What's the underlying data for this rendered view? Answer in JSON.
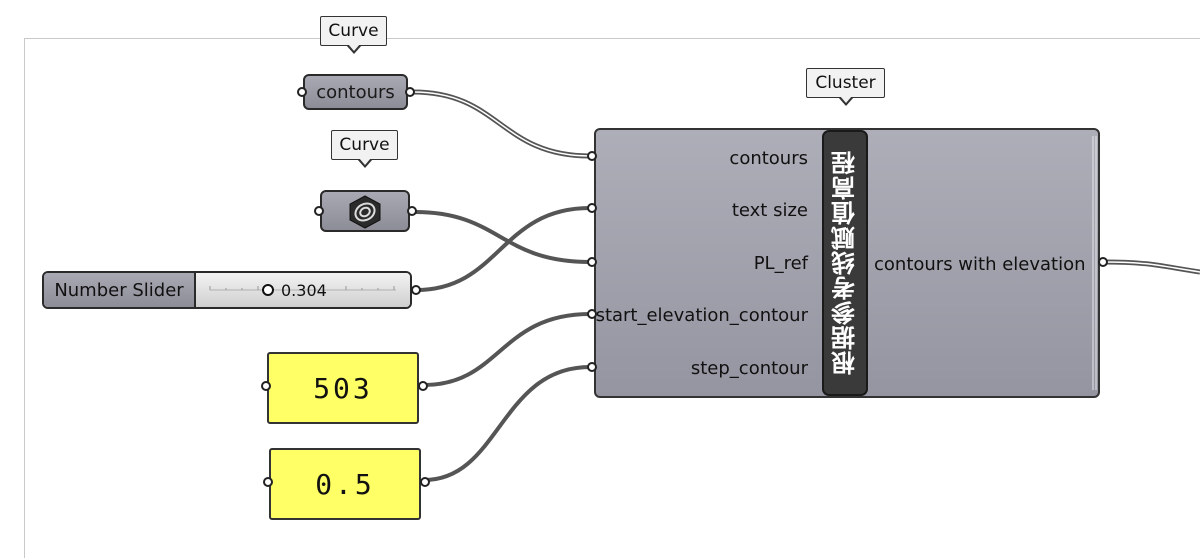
{
  "tags": {
    "curve_top": "Curve",
    "curve_mid": "Curve",
    "cluster": "Cluster"
  },
  "nodes": {
    "contours_param": "contours",
    "curve_icon": "curve-param-icon",
    "slider_name": "Number Slider",
    "slider_value": "0.304",
    "slider_fraction": 0.304,
    "panel_start": "503",
    "panel_step": "0.5"
  },
  "cluster": {
    "title": "根据参考线赋值高程",
    "inputs": [
      "contours",
      "text size",
      "PL_ref",
      "start_elevation_contour",
      "step_contour"
    ],
    "output": "contours with elevation"
  },
  "colors": {
    "node_fill": "#9a9aa6",
    "panel_fill": "#ffff66",
    "wire": "#555555",
    "title_bg": "#3a3a3a"
  }
}
